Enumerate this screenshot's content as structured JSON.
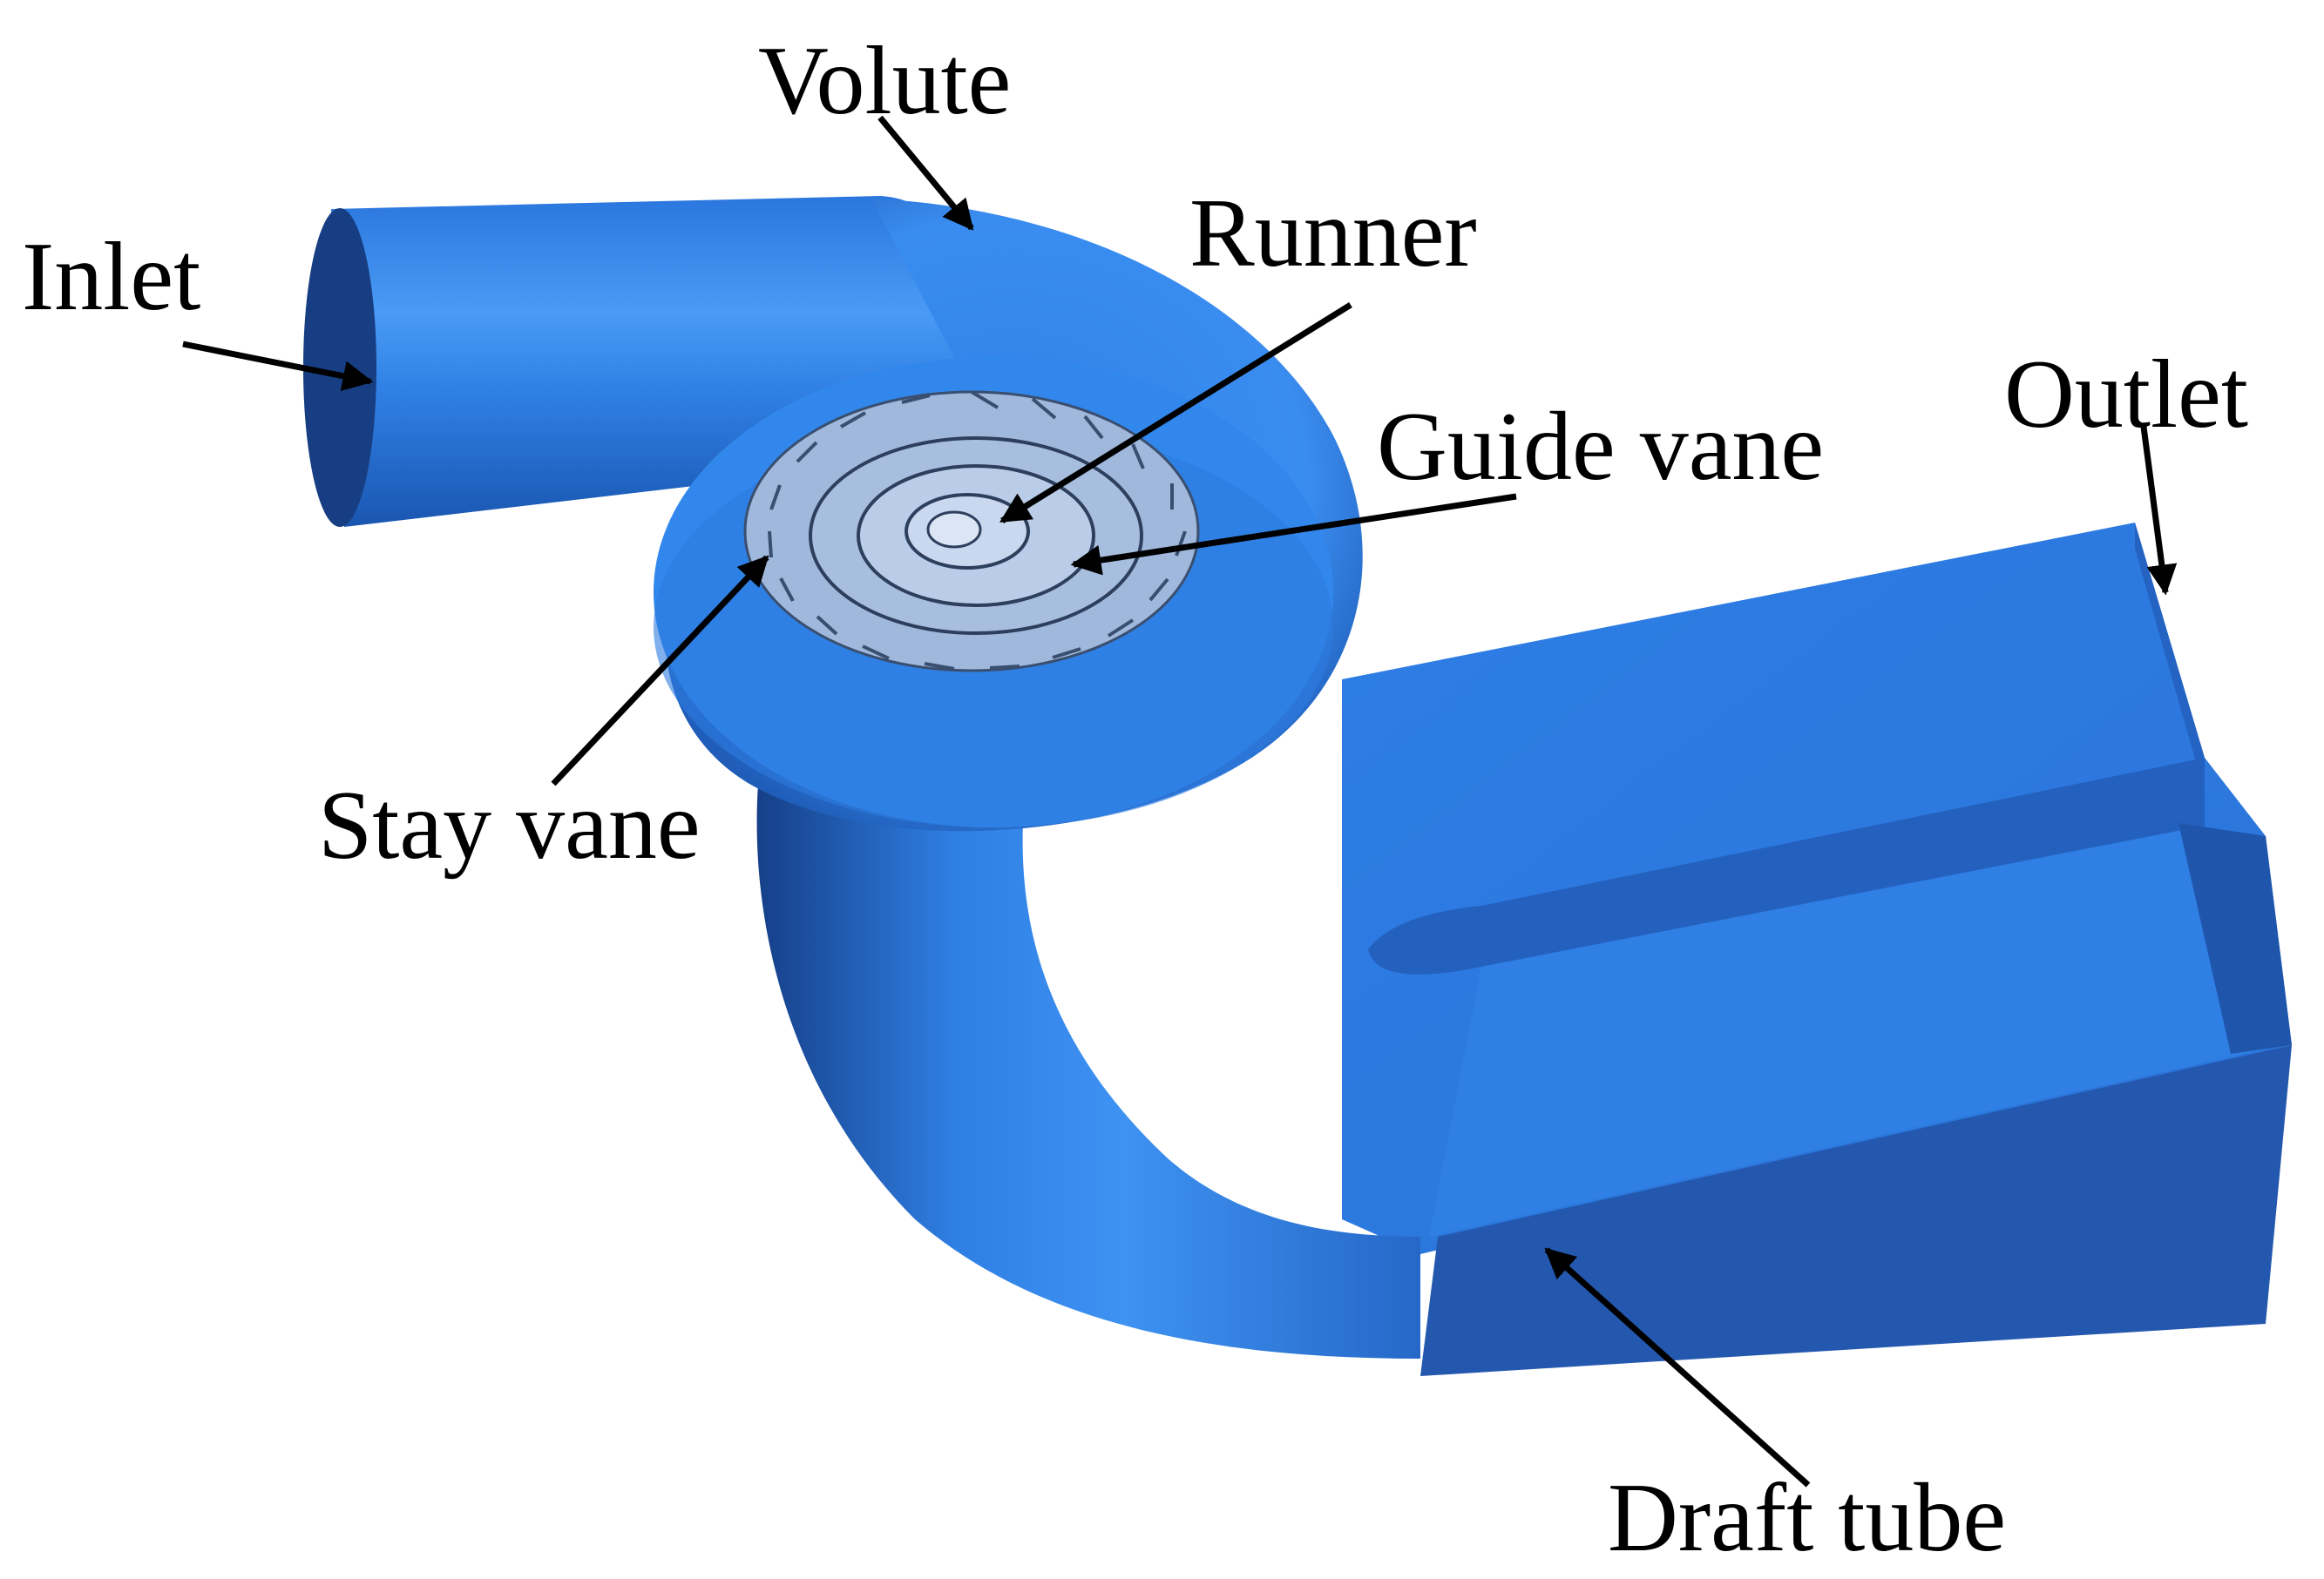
{
  "diagram": {
    "colors": {
      "background": "#ffffff",
      "body_light": "#3a8df0",
      "body_mid": "#2f7fe4",
      "body_dark": "#1f5db8",
      "body_shadow": "#143f86",
      "outline": "#000000"
    },
    "labels": {
      "inlet": "Inlet",
      "volute": "Volute",
      "runner": "Runner",
      "guide_vane": "Guide vane",
      "stay_vane": "Stay vane",
      "outlet": "Outlet",
      "draft_tube": "Draft tube"
    }
  }
}
